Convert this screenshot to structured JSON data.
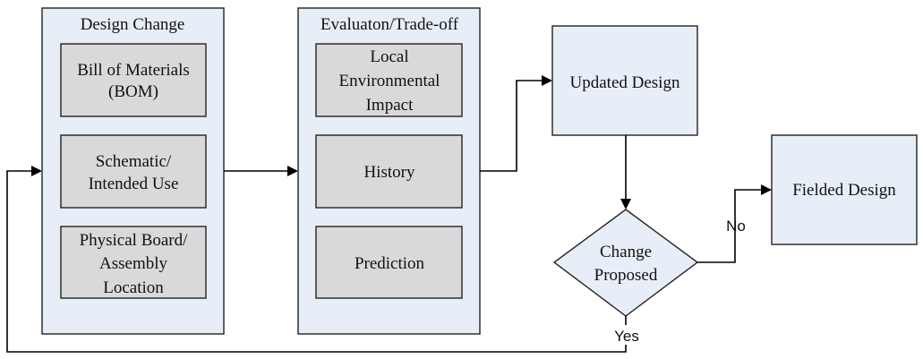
{
  "design_change": {
    "title": "Design Change",
    "bom": [
      "Bill of Materials",
      "(BOM)"
    ],
    "schematic": [
      "Schematic/",
      "Intended Use"
    ],
    "physical": [
      "Physical Board/",
      "Assembly",
      "Location"
    ]
  },
  "evaluation": {
    "title": "Evaluaton/Trade-off",
    "local_impact": [
      "Local",
      "Environmental",
      "Impact"
    ],
    "history": "History",
    "prediction": "Prediction"
  },
  "updated_design": "Updated Design",
  "decision": [
    "Change",
    "Proposed"
  ],
  "fielded_design": "Fielded Design",
  "labels": {
    "no": "No",
    "yes": "Yes"
  },
  "colors": {
    "outer_fill": "#e8eef8",
    "inner_fill": "#d9d9d9",
    "stroke": "#222222"
  }
}
